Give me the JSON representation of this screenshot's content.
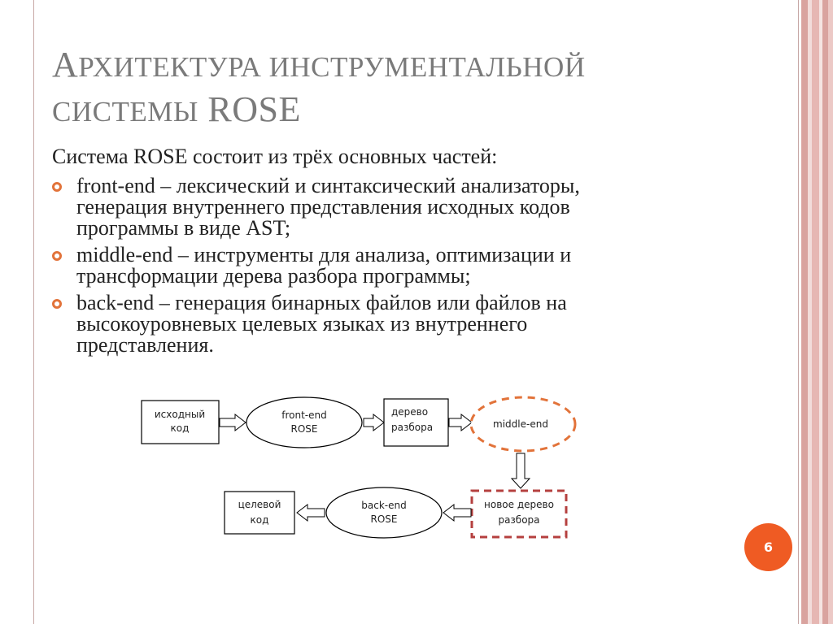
{
  "title": {
    "line1_first": "А",
    "line1_rest": "рхитектура инструментальной",
    "line2_rest": "системы",
    "line2_rose": " ROSE"
  },
  "content": {
    "intro": "Система ROSE состоит из трёх основных частей:",
    "bullets": [
      {
        "lines": [
          "front-end – лексический и синтаксический анализаторы,",
          "генерация внутреннего представления исходных кодов",
          "программы в виде AST;"
        ]
      },
      {
        "lines": [
          "middle-end – инструменты для анализа, оптимизации и",
          "трансформации дерева разбора программы;"
        ]
      },
      {
        "lines": [
          "back-end – генерация бинарных файлов или файлов на",
          "высокоуровневых целевых языках из внутреннего",
          "представления."
        ]
      }
    ]
  },
  "diagram": {
    "nodes": {
      "source_code": {
        "lines": [
          "исходный",
          "код"
        ],
        "shape": "rect"
      },
      "front_end": {
        "lines": [
          "front-end",
          "ROSE"
        ],
        "shape": "ellipse"
      },
      "parse_tree": {
        "lines": [
          "дерево",
          "разбора"
        ],
        "shape": "rect"
      },
      "middle_end": {
        "lines": [
          "middle-end"
        ],
        "shape": "dashed-ellipse"
      },
      "new_parse_tree": {
        "lines": [
          "новое дерево",
          "разбора"
        ],
        "shape": "dashed-rect"
      },
      "back_end": {
        "lines": [
          "back-end",
          "ROSE"
        ],
        "shape": "ellipse"
      },
      "target_code": {
        "lines": [
          "целевой",
          "код"
        ],
        "shape": "rect"
      }
    },
    "colors": {
      "middle_end_border": "#e2733a",
      "new_tree_border": "#b5403f"
    }
  },
  "page_number": "6",
  "colors": {
    "accent": "#ef5b23",
    "bullet": "#e2733a",
    "title": "#7a7a7a",
    "stripes": [
      "#d9a39f",
      "#e8c0bc",
      "#e6b7b3",
      "#d9a39f"
    ]
  }
}
